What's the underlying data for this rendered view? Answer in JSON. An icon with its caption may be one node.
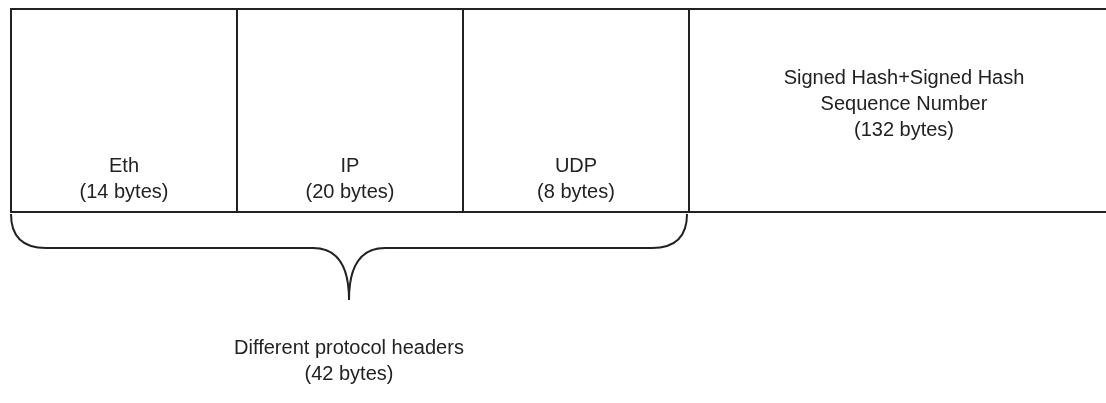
{
  "diagram": {
    "nodes": [
      {
        "text": [
          "Eth",
          "(14 bytes)"
        ]
      },
      {
        "text": [
          "IP",
          "(20 bytes)"
        ]
      },
      {
        "text": [
          "UDP",
          "(8 bytes)"
        ]
      },
      {
        "text": [
          "Signed Hash+Signed Hash Sequence Number",
          "(132 bytes)"
        ]
      }
    ],
    "labels": [
      "Different protocol headers (42 bytes)"
    ]
  }
}
